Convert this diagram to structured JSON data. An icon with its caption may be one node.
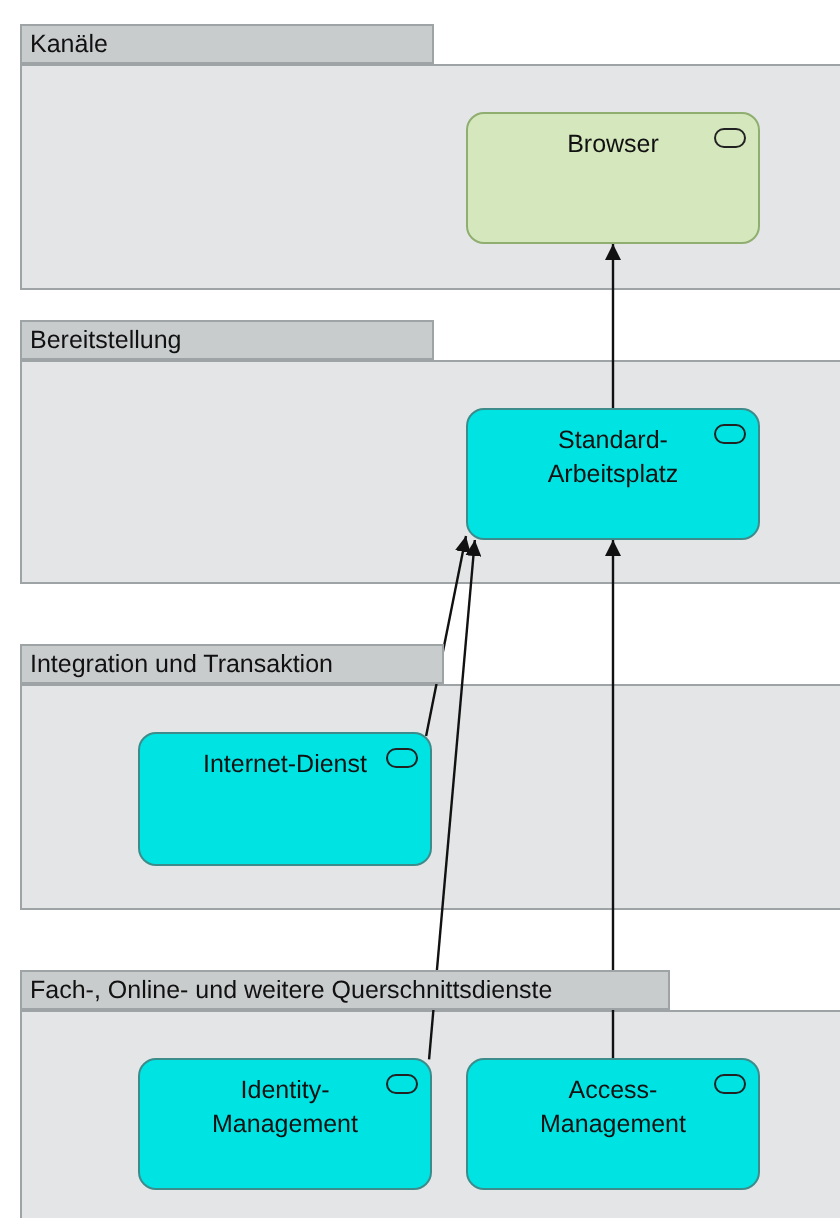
{
  "diagram": {
    "nodes": [
      {
        "text": [
          "Kanäle"
        ]
      },
      {
        "text": [
          "Browser"
        ],
        "in": 0
      },
      {
        "text": [
          "Bereitstellung"
        ]
      },
      {
        "text": [
          "Standard-Arbeitsplatz"
        ],
        "in": 2
      },
      {
        "text": [
          "Integration und Transaktion"
        ]
      },
      {
        "text": [
          "Internet-Dienst"
        ],
        "in": 4
      },
      {
        "text": [
          "Fach-, Online- und weitere Querschnittsdienste"
        ]
      },
      {
        "text": [
          "Identity-Management"
        ],
        "in": 6
      },
      {
        "text": [
          "Access-Management"
        ],
        "in": 6
      }
    ],
    "edges": [
      {
        "from": 3,
        "to": 1,
        "arrow": "to"
      },
      {
        "from": 5,
        "to": 3,
        "arrow": "to"
      },
      {
        "from": 7,
        "to": 3,
        "arrow": "to"
      },
      {
        "from": 8,
        "to": 3,
        "arrow": "to"
      }
    ]
  }
}
